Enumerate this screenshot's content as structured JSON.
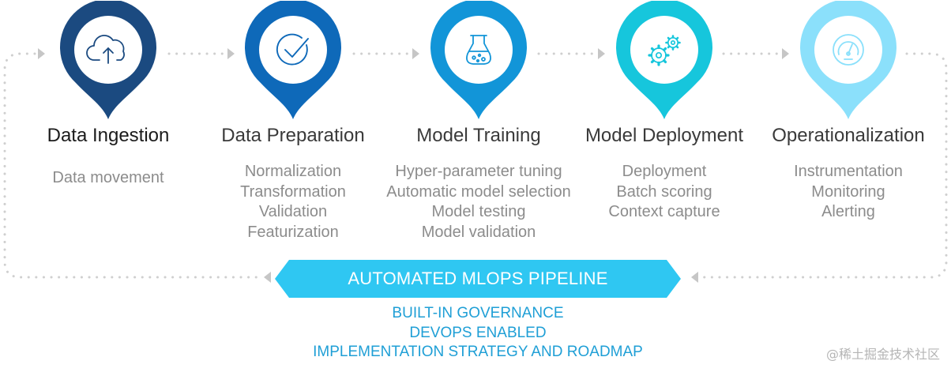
{
  "stages": [
    {
      "title": "Data Ingestion",
      "icon": "cloud-upload-icon",
      "color": "#1b4a80",
      "items": [
        "Data movement"
      ]
    },
    {
      "title": "Data Preparation",
      "icon": "checkmark-circle-icon",
      "color": "#0e69b9",
      "items": [
        "Normalization",
        "Transformation",
        "Validation",
        "Featurization"
      ]
    },
    {
      "title": "Model Training",
      "icon": "flask-icon",
      "color": "#1295d8",
      "items": [
        "Hyper-parameter tuning",
        "Automatic model selection",
        "Model testing",
        "Model validation"
      ]
    },
    {
      "title": "Model Deployment",
      "icon": "gears-icon",
      "color": "#16c6dc",
      "items": [
        "Deployment",
        "Batch scoring",
        "Context capture"
      ]
    },
    {
      "title": "Operationalization",
      "icon": "gauge-icon",
      "color": "#8be0fb",
      "items": [
        "Instrumentation",
        "Monitoring",
        "Alerting"
      ]
    }
  ],
  "banner": {
    "label": "AUTOMATED MLOPS PIPELINE",
    "color": "#2fc7f2"
  },
  "footer": [
    "BUILT-IN GOVERNANCE",
    "DEVOPS ENABLED",
    "IMPLEMENTATION STRATEGY AND ROADMAP"
  ],
  "watermark": "@稀土掘金技术社区",
  "connector_color": "#cfcfcf"
}
